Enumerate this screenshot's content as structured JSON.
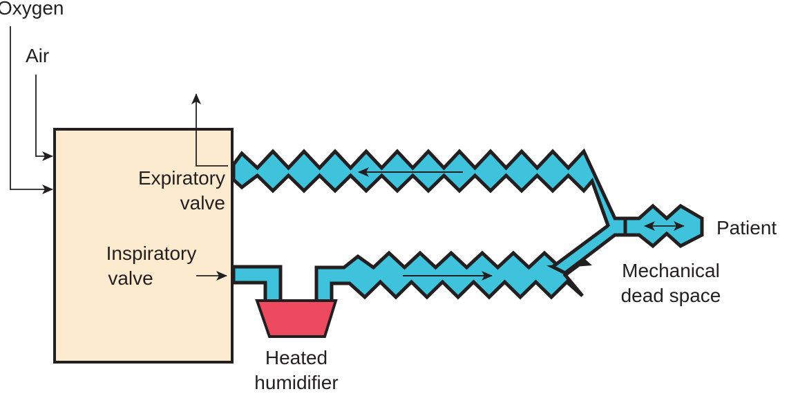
{
  "title": "Mechanical ventilator circuit",
  "colors": {
    "ventilator_box": "#fdebd0",
    "tubing": "#3fc3dd",
    "humidifier": "#ee4a5f",
    "outline": "#231f20"
  },
  "labels": {
    "oxygen": "Oxygen",
    "air": "Air",
    "expiratory_valve_line1": "Expiratory",
    "expiratory_valve_line2": "valve",
    "inspiratory_valve_line1": "Inspiratory",
    "inspiratory_valve_line2": "valve",
    "heated_humidifier_line1": "Heated",
    "heated_humidifier_line2": "humidifier",
    "patient": "Patient",
    "dead_space_line1": "Mechanical",
    "dead_space_line2": "dead space"
  },
  "flows": [
    {
      "name": "oxygen-inlet",
      "direction": "into ventilator"
    },
    {
      "name": "air-inlet",
      "direction": "into ventilator"
    },
    {
      "name": "exhaust",
      "direction": "up out of expiratory valve"
    },
    {
      "name": "expiratory-flow",
      "direction": "toward ventilator"
    },
    {
      "name": "inspiratory-flow",
      "direction": "toward patient"
    },
    {
      "name": "patient-flow",
      "direction": "bidirectional"
    }
  ]
}
